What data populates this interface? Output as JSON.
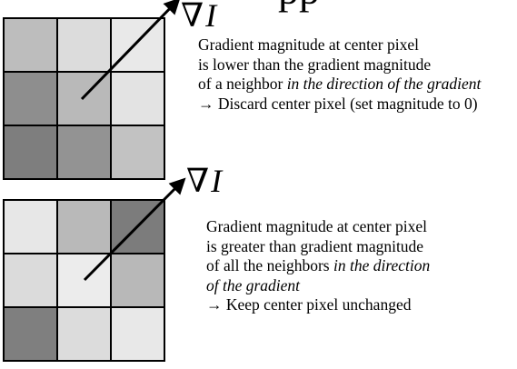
{
  "header": {
    "title_fragment": "pp"
  },
  "colors": {
    "cell_border": "#000000",
    "arrow": "#000000"
  },
  "examples": [
    {
      "gradient_symbol": {
        "nabla": "∇",
        "variable": "I"
      },
      "cells": [
        [
          "#bdbdbd",
          "#dcdcdc",
          "#e9e9e9"
        ],
        [
          "#8e8e8e",
          "#b9b9b9",
          "#e3e3e3"
        ],
        [
          "#7e7e7e",
          "#939393",
          "#c2c2c2"
        ]
      ],
      "text": {
        "line1": "Gradient magnitude at center pixel",
        "line2": "is lower than the gradient magnitude",
        "line3_prefix": "of a neighbor ",
        "line3_italic": "in the direction of the gradient",
        "line4_arrow": "→",
        "line4_text": " Discard center pixel (set magnitude to 0)"
      }
    },
    {
      "gradient_symbol": {
        "nabla": "∇",
        "variable": "I"
      },
      "cells": [
        [
          "#e7e7e7",
          "#b9b9b9",
          "#7c7c7c"
        ],
        [
          "#dbdbdb",
          "#ececec",
          "#b8b8b8"
        ],
        [
          "#7f7f7f",
          "#dcdcdc",
          "#e8e8e8"
        ]
      ],
      "text": {
        "line1": "Gradient magnitude at center pixel",
        "line2": "is greater than gradient magnitude",
        "line3_prefix": "of all the neighbors ",
        "line3_italic": "in the direction",
        "line4_italic": "of the gradient",
        "line5_arrow": "→",
        "line5_text": " Keep center pixel unchanged"
      }
    }
  ]
}
